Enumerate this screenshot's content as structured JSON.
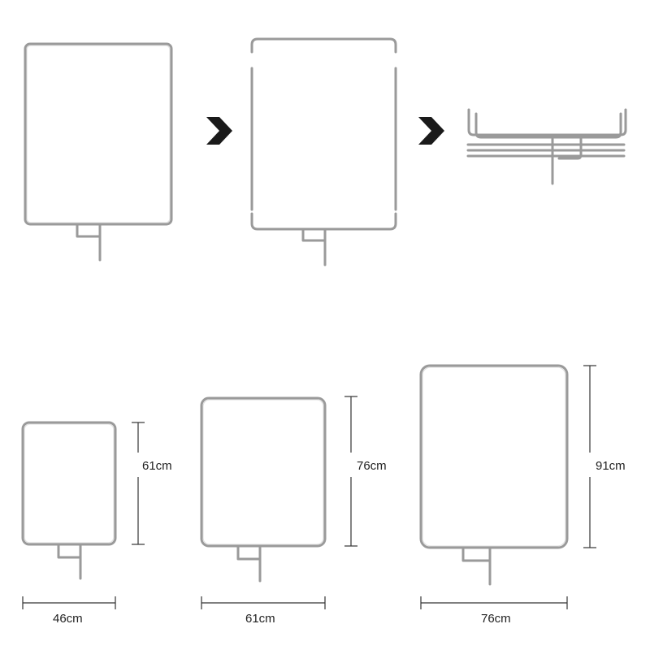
{
  "colors": {
    "background": "#ffffff",
    "frame_stroke": "#9a9a9a",
    "frame_inner": "#d4d4d4",
    "arrow": "#1a1a1a",
    "dimension_line": "#333333",
    "label": "#222222"
  },
  "icons": [
    "assembled-frame",
    "disassembled-frame",
    "stacked-frame-parts",
    "chevron-right-icon"
  ],
  "sizes": [
    {
      "width_label": "46cm",
      "height_label": "61cm"
    },
    {
      "width_label": "61cm",
      "height_label": "76cm"
    },
    {
      "width_label": "76cm",
      "height_label": "91cm"
    }
  ]
}
